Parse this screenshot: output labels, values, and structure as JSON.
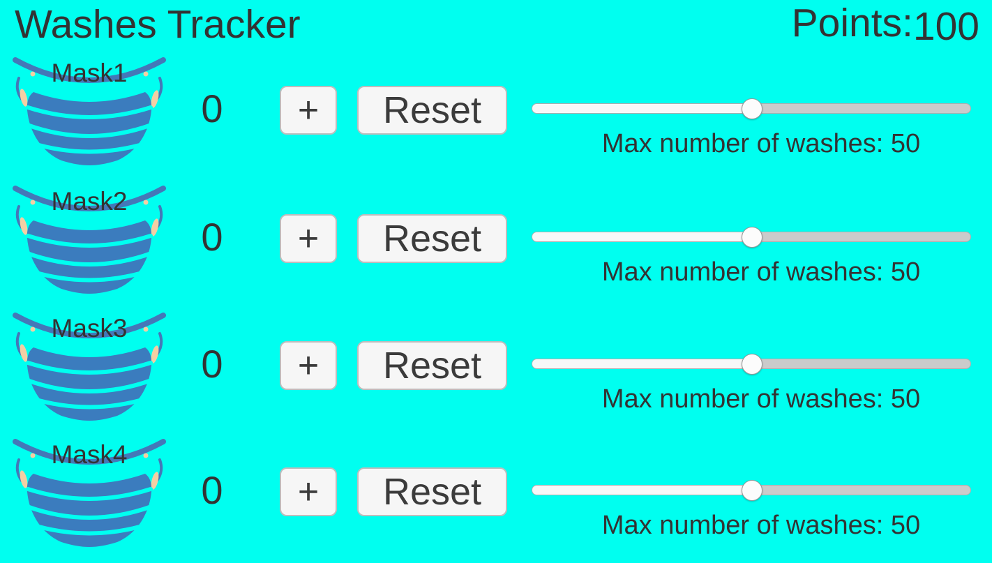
{
  "header": {
    "title": "Washes Tracker",
    "points_label": "Points:",
    "points_value": "100"
  },
  "rows": [
    {
      "name": "Mask1",
      "count": "0",
      "plus": "+",
      "reset": "Reset",
      "slider_percent": 50,
      "max_label": "Max number of washes: 50"
    },
    {
      "name": "Mask2",
      "count": "0",
      "plus": "+",
      "reset": "Reset",
      "slider_percent": 50,
      "max_label": "Max number of washes: 50"
    },
    {
      "name": "Mask3",
      "count": "0",
      "plus": "+",
      "reset": "Reset",
      "slider_percent": 50,
      "max_label": "Max number of washes: 50"
    },
    {
      "name": "Mask4",
      "count": "0",
      "plus": "+",
      "reset": "Reset",
      "slider_percent": 50,
      "max_label": "Max number of washes: 50"
    }
  ],
  "colors": {
    "background": "#00FFF0",
    "text": "#333333",
    "button-bg": "#F6F6F6",
    "button-border": "#BDBDBD",
    "slider-fill": "#F8F8F8",
    "slider-track": "#CBCBCB",
    "slider-border": "#ADADAD",
    "thumb-bg": "#FCFCFC",
    "thumb-border": "#999999",
    "mask-blue": "#3B7CBE",
    "mask-strap": "#4478B8",
    "mask-peach": "#F4CFA4"
  }
}
